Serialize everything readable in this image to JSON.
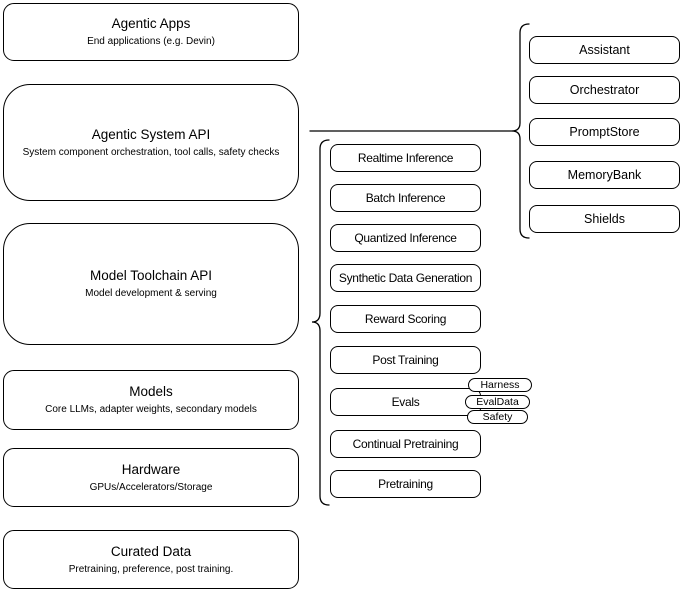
{
  "diagram": {
    "left_stack": [
      {
        "title": "Agentic Apps",
        "subtitle": "End applications (e.g. Devin)"
      },
      {
        "title": "Agentic System API",
        "subtitle": "System component orchestration, tool calls, safety checks"
      },
      {
        "title": "Model Toolchain API",
        "subtitle": "Model development & serving"
      },
      {
        "title": "Models",
        "subtitle": "Core LLMs, adapter weights, secondary models"
      },
      {
        "title": "Hardware",
        "subtitle": "GPUs/Accelerators/Storage"
      },
      {
        "title": "Curated Data",
        "subtitle": "Pretraining, preference, post training."
      }
    ],
    "toolchain_components": [
      "Realtime Inference",
      "Batch Inference",
      "Quantized Inference",
      "Synthetic Data Generation",
      "Reward Scoring",
      "Post Training",
      "Evals",
      "Continual Pretraining",
      "Pretraining"
    ],
    "eval_tags": [
      "Harness",
      "EvalData",
      "Safety"
    ],
    "agentic_components": [
      "Assistant",
      "Orchestrator",
      "PromptStore",
      "MemoryBank",
      "Shields"
    ],
    "colors": {
      "stroke": "#000000",
      "fill": "#ffffff",
      "text": "#000000"
    }
  }
}
